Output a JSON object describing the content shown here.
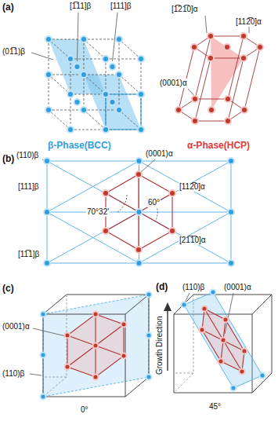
{
  "diagram": {
    "labels": [
      "(a)",
      "[1̅11]β",
      "[111]β",
      "(01̅1)β",
      "β-Phase(BCC)",
      "[1̅21̅0]α",
      "[112̅0]α",
      "(0001)α",
      "α-Phase(HCP)",
      "(b)",
      "(110)β",
      "(0001)α",
      "[111]β",
      "[112̅0]α",
      "70°32'",
      "60°",
      "[21̅1̅0]α",
      "[11̅1]β",
      "(c)",
      "(0001)α",
      "(110)β",
      "0°",
      "Growth Direction",
      "(d)",
      "(110)β",
      "(0001)α",
      "45°"
    ]
  }
}
